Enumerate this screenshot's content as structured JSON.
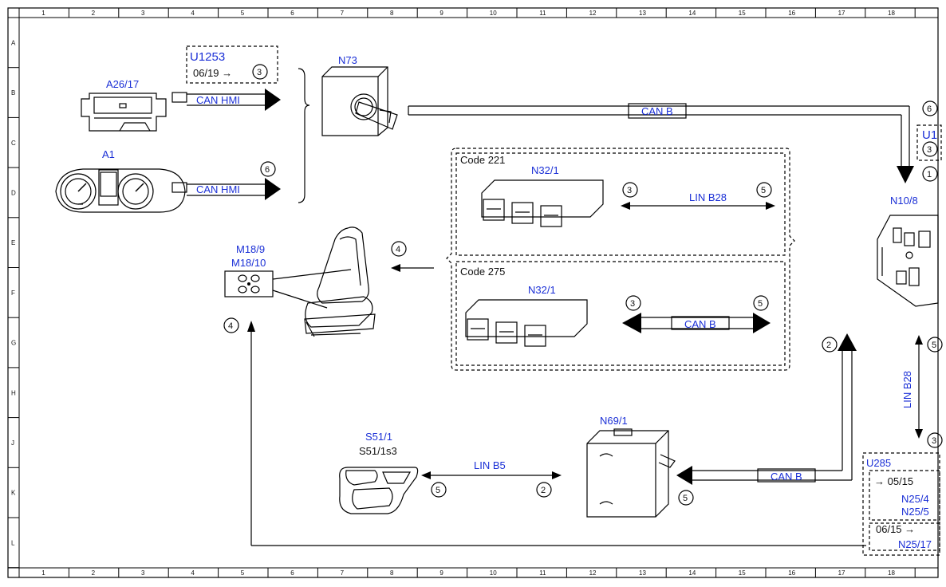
{
  "grid": {
    "columns": [
      "1",
      "2",
      "3",
      "4",
      "5",
      "6",
      "7",
      "8",
      "9",
      "10",
      "11",
      "12",
      "13",
      "14",
      "15",
      "16",
      "17",
      "18"
    ],
    "rows": [
      "A",
      "B",
      "C",
      "D",
      "E",
      "F",
      "G",
      "H",
      "J",
      "K",
      "L"
    ]
  },
  "components": {
    "a26_17": "A26/17",
    "a1": "A1",
    "n73": "N73",
    "n10_8": "N10/8",
    "m18": [
      "M18/9",
      "M18/10"
    ],
    "n32_1_a": "N32/1",
    "n32_1_b": "N32/1",
    "s51_1": "S51/1",
    "s51_1s3": "S51/1s3",
    "n69_1": "N69/1",
    "n25_4": "N25/4",
    "n25_5": "N25/5",
    "n25_17": "N25/17"
  },
  "codes": {
    "u1253": "U1253",
    "u1253_date": "06/19 →",
    "u1_partial": "U1",
    "code221": "Code 221",
    "code275": "Code 275",
    "u285": "U285",
    "date_0515": "→ 05/15",
    "date_0615": "06/15 →"
  },
  "buses": {
    "can_hmi_1": "CAN HMI",
    "can_hmi_2": "CAN HMI",
    "can_b_top": "CAN B",
    "lin_b28_221": "LIN B28",
    "can_b_275": "CAN B",
    "lin_b28_vertical": "LIN B28",
    "lin_b5": "LIN B5",
    "can_b_n69": "CAN B"
  },
  "markers": {
    "u1253": "3",
    "a1_can": "6",
    "right_top": "6",
    "right_u1": "3",
    "right_arrow": "1",
    "seat": "4",
    "m18_below": "4",
    "n32_221_left": "3",
    "n32_221_right": "5",
    "n32_275_left": "3",
    "n32_275_right": "5",
    "can_up": "2",
    "lin_top": "5",
    "lin_bottom": "3",
    "s51_left": "5",
    "s51_right": "2",
    "n69": "5"
  }
}
